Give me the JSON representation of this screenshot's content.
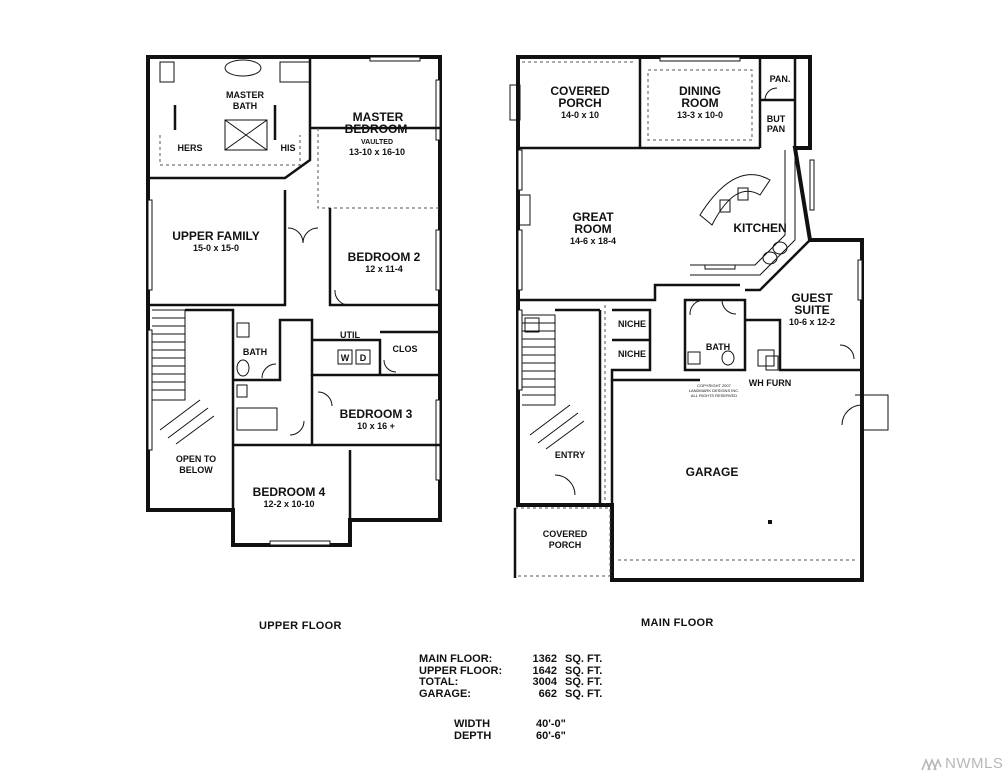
{
  "upper": {
    "title": "UPPER FLOOR",
    "rooms": {
      "master_bath": [
        "MASTER",
        "BATH"
      ],
      "hers": "HERS",
      "his": "HIS",
      "master_bedroom": [
        "MASTER",
        "BEDROOM"
      ],
      "master_bedroom_note": "VAULTED",
      "master_bedroom_size": "13-10 x 16-10",
      "upper_family": "UPPER FAMILY",
      "upper_family_size": "15-0 x 15-0",
      "bedroom2": "BEDROOM 2",
      "bedroom2_size": "12 x 11-4",
      "bath": "BATH",
      "util": "UTIL",
      "washer": "W",
      "dryer": "D",
      "clos": "CLOS",
      "bedroom3": "BEDROOM 3",
      "bedroom3_size": "10 x 16 +",
      "open_to_below": [
        "OPEN TO",
        "BELOW"
      ],
      "bedroom4": "BEDROOM 4",
      "bedroom4_size": "12-2 x 10-10"
    }
  },
  "main": {
    "title": "MAIN FLOOR",
    "rooms": {
      "covered_porch_top": [
        "COVERED",
        "PORCH"
      ],
      "covered_porch_top_size": "14-0 x 10",
      "dining_room": [
        "DINING",
        "ROOM"
      ],
      "dining_room_size": "13-3 x 10-0",
      "pan": "PAN.",
      "but_pan": [
        "BUT",
        "PAN"
      ],
      "great_room": [
        "GREAT",
        "ROOM"
      ],
      "great_room_size": "14-6 x 18-4",
      "kitchen": "KITCHEN",
      "guest_suite": [
        "GUEST",
        "SUITE"
      ],
      "guest_suite_size": "10-6 x 12-2",
      "niche1": "NICHE",
      "niche2": "NICHE",
      "bath": "BATH",
      "wh_furn": "WH FURN",
      "copyright": [
        "COPYRIGHT 2007",
        "LANDMARK DESIGNS INC.",
        "ALL RIGHTS RESERVED"
      ],
      "entry": "ENTRY",
      "garage": "GARAGE",
      "covered_porch_bottom": [
        "COVERED",
        "PORCH"
      ]
    }
  },
  "stats": {
    "rows": [
      {
        "label": "MAIN FLOOR:",
        "value": "1362",
        "unit": "SQ. FT."
      },
      {
        "label": "UPPER FLOOR:",
        "value": "1642",
        "unit": "SQ. FT."
      },
      {
        "label": "TOTAL:",
        "value": "3004",
        "unit": "SQ. FT."
      },
      {
        "label": "GARAGE:",
        "value": "662",
        "unit": "SQ. FT."
      }
    ],
    "width_label": "WIDTH",
    "width_value": "40'-0\"",
    "depth_label": "DEPTH",
    "depth_value": "60'-6\""
  },
  "watermark": "NWMLS",
  "colors": {
    "line": "#111111",
    "watermark": "#b8b8b8"
  }
}
